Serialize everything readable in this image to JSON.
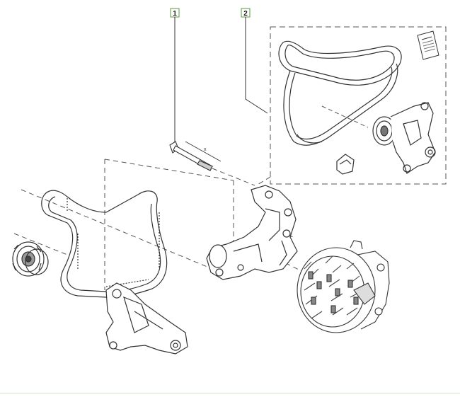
{
  "callouts": [
    {
      "id": "1",
      "label": "1"
    },
    {
      "id": "2",
      "label": "2"
    }
  ],
  "dimension_mark": "x",
  "colors": {
    "line": "#333333",
    "callout_border": "#5a9a3c",
    "callout_fill": "#ffffff",
    "dashed": "#555555",
    "rule": "#cfe3c6"
  }
}
